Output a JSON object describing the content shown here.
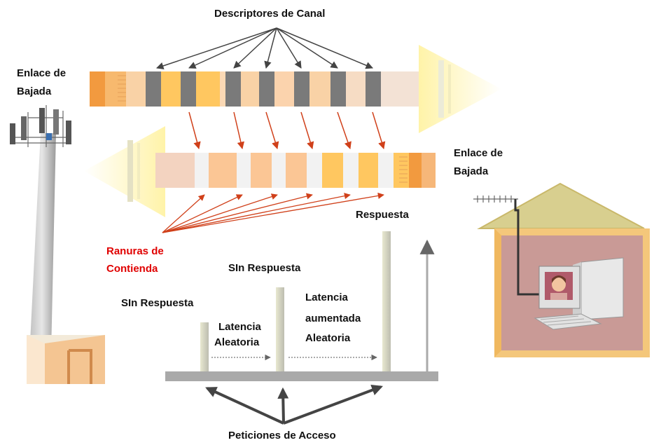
{
  "labels": {
    "channel_descriptors": "Descriptores de Canal",
    "downlink_left_line1": "Enlace de",
    "downlink_left_line2": "Bajada",
    "downlink_right_line1": "Enlace de",
    "downlink_right_line2": "Bajada",
    "contention_slots_line1": "Ranuras de",
    "contention_slots_line2": "Contienda",
    "response": "Respuesta",
    "no_response_1": "SIn Respuesta",
    "no_response_2": "SIn Respuesta",
    "random_latency_line1": "Latencia",
    "random_latency_line2": "Aleatoria",
    "increased_latency_line1": "Latencia",
    "increased_latency_line2": "aumentada",
    "increased_latency_line3": "Aleatoria",
    "access_requests": "Peticiones de Acceso"
  },
  "colors": {
    "label_text": "#111111",
    "contention_label": "#e00000",
    "arrow_red": "#d0401a",
    "arrow_dark": "#444444",
    "slot_gray": "#7a7a7a",
    "slot_orange": "#ffc760",
    "band_peach": "#f7d3b3",
    "house_wall": "#c99a96",
    "house_roof": "#d8cf8f"
  },
  "icons": [
    "cell-tower-icon",
    "house-icon",
    "computer-icon",
    "antenna-icon"
  ]
}
